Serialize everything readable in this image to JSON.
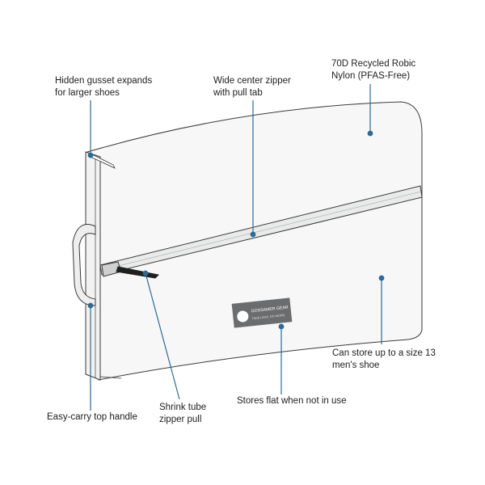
{
  "callouts": [
    {
      "id": "gusset",
      "lines": [
        "Hidden gusset expands",
        "for larger shoes"
      ]
    },
    {
      "id": "zipper",
      "lines": [
        "Wide center zipper",
        "with pull tab"
      ]
    },
    {
      "id": "nylon",
      "lines": [
        "70D Recycled Robic",
        "Nylon (PFAS-Free)"
      ]
    },
    {
      "id": "capacity",
      "lines": [
        "Can store up to a size 13",
        "men's shoe"
      ]
    },
    {
      "id": "flat",
      "lines": [
        "Stores flat when not in use"
      ]
    },
    {
      "id": "handle",
      "lines": [
        "Easy-carry top handle"
      ]
    },
    {
      "id": "pull",
      "lines": [
        "Shrink tube",
        "zipper pull"
      ]
    }
  ],
  "logo": {
    "brand": "GOSSAMER GEAR",
    "tagline": "TAKE LESS. DO MORE."
  },
  "colors": {
    "leader": "#2e6a96",
    "outline": "#3a3a3a",
    "bag_fill": "#f7f7f7",
    "zipper_fill": "#e9ebea",
    "logo_bg": "#6a6c6d"
  }
}
